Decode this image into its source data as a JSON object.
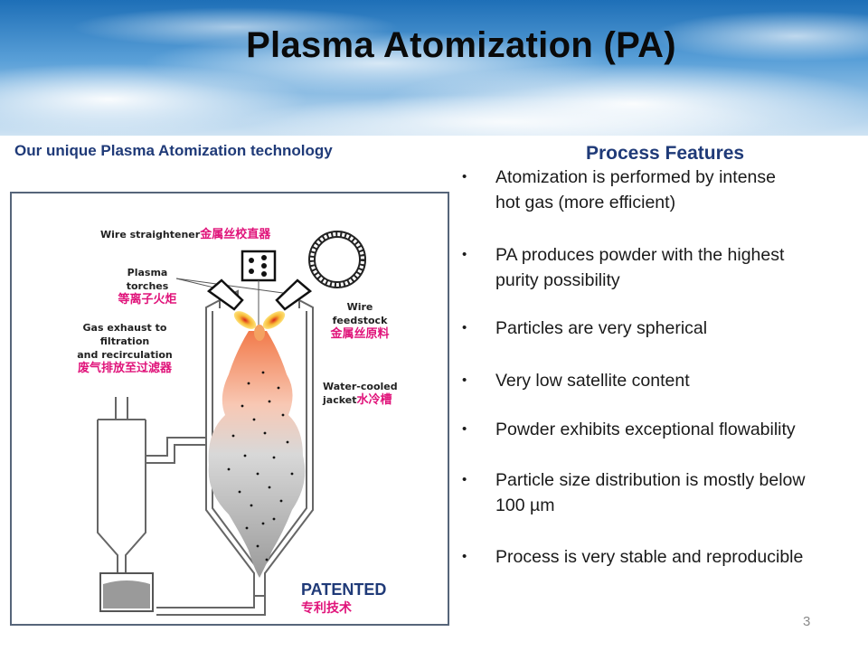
{
  "slide": {
    "title": "Plasma Atomization (PA)",
    "page_number": "3"
  },
  "left_panel": {
    "heading": "Our unique Plasma Atomization technology",
    "labels": {
      "wire_straightener_en": "Wire straightener",
      "wire_straightener_cn": "金属丝校直器",
      "plasma_torches_en_1": "Plasma",
      "plasma_torches_en_2": "torches",
      "plasma_torches_cn": "等离子火炬",
      "wire_feedstock_en_1": "Wire",
      "wire_feedstock_en_2": "feedstock",
      "wire_feedstock_cn": "金属丝原料",
      "gas_exhaust_en_1": "Gas exhaust to",
      "gas_exhaust_en_2": "filtration",
      "gas_exhaust_en_3": "and recirculation",
      "gas_exhaust_cn": "废气排放至过滤器",
      "water_jacket_en_1": "Water-cooled",
      "water_jacket_en_2": "jacket",
      "water_jacket_cn": "水冷槽"
    },
    "patented_en": "PATENTED",
    "patented_cn": "专利技术"
  },
  "right_panel": {
    "heading": "Process Features",
    "bullet_glyph": "•",
    "features": [
      [
        "Atomization is performed by intense",
        "hot gas (more efficient)"
      ],
      [
        "PA produces powder with the highest",
        "purity possibility"
      ],
      [
        "Particles are very spherical"
      ],
      [
        "Very low satellite content"
      ],
      [
        "Powder exhibits exceptional flowability"
      ],
      [
        "Particle size distribution is mostly below",
        "100 µm"
      ],
      [
        "Process is very stable and reproducible"
      ]
    ]
  },
  "colors": {
    "heading_blue": "#1f3a78",
    "chinese_label_magenta": "#e0137a",
    "diagram_border": "#56657a",
    "banner_blue": "#3a86c8"
  }
}
